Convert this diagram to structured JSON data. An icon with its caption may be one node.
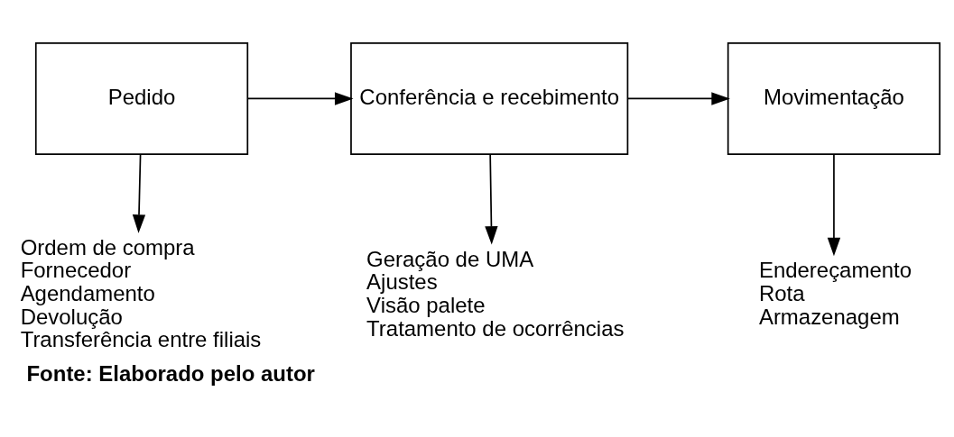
{
  "diagram": {
    "caption": "Fonte: Elaborado pelo autor",
    "nodes": [
      {
        "text": [
          "Pedido"
        ]
      },
      {
        "text": [
          "Conferência e recebimento"
        ]
      },
      {
        "text": [
          "Movimentação"
        ]
      },
      {
        "text": [
          "Ordem de compra",
          "Fornecedor",
          "Agendamento",
          "Devolução",
          "Transferência entre filiais"
        ]
      },
      {
        "text": [
          "Geração de UMA",
          "Ajustes",
          "Visão palete",
          "Tratamento de ocorrências"
        ]
      },
      {
        "text": [
          "Endereçamento",
          "Rota",
          "Armazenagem"
        ]
      }
    ],
    "edges": [
      {
        "from": 0,
        "to": 1,
        "arrow": "to"
      },
      {
        "from": 1,
        "to": 2,
        "arrow": "to"
      },
      {
        "from": 0,
        "to": 3,
        "arrow": "to"
      },
      {
        "from": 1,
        "to": 4,
        "arrow": "to"
      },
      {
        "from": 2,
        "to": 5,
        "arrow": "to"
      }
    ]
  }
}
